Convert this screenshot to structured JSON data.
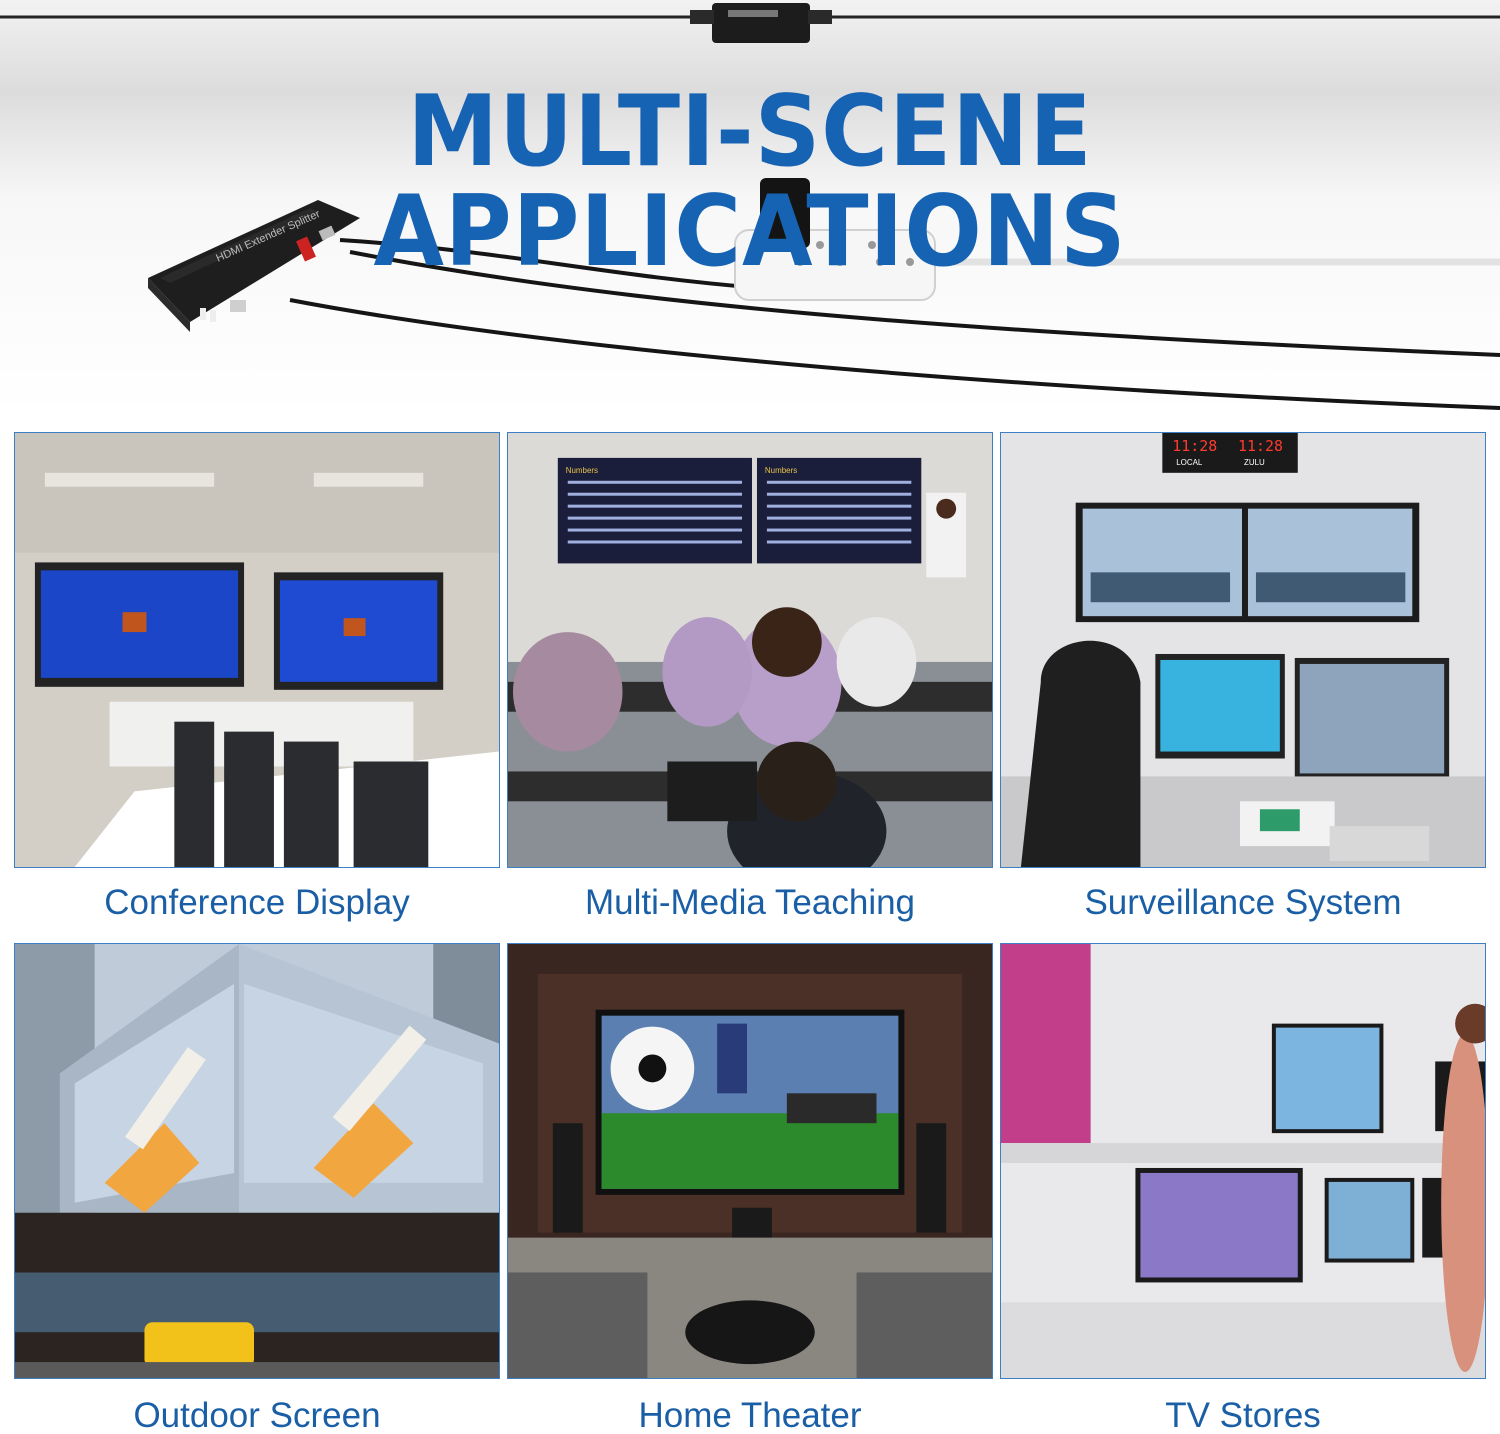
{
  "banner": {
    "title": "MULTI-SCENE APPLICATIONS",
    "device_label": "HDMI Extender Splitter"
  },
  "scenes": [
    {
      "label": "Conference Display"
    },
    {
      "label": "Multi-Media Teaching"
    },
    {
      "label": "Surveillance System"
    },
    {
      "label": "Outdoor Screen"
    },
    {
      "label": "Home Theater"
    },
    {
      "label": "TV Stores"
    }
  ],
  "surveillance_clock": {
    "left": "11:28",
    "right": "11:28",
    "left_label": "LOCAL",
    "right_label": "ZULU"
  },
  "teaching_board_title": "Numbers",
  "colors": {
    "title_blue": "#1763b3",
    "caption_blue": "#1a5fa6",
    "tile_border": "#3d7fc4"
  }
}
